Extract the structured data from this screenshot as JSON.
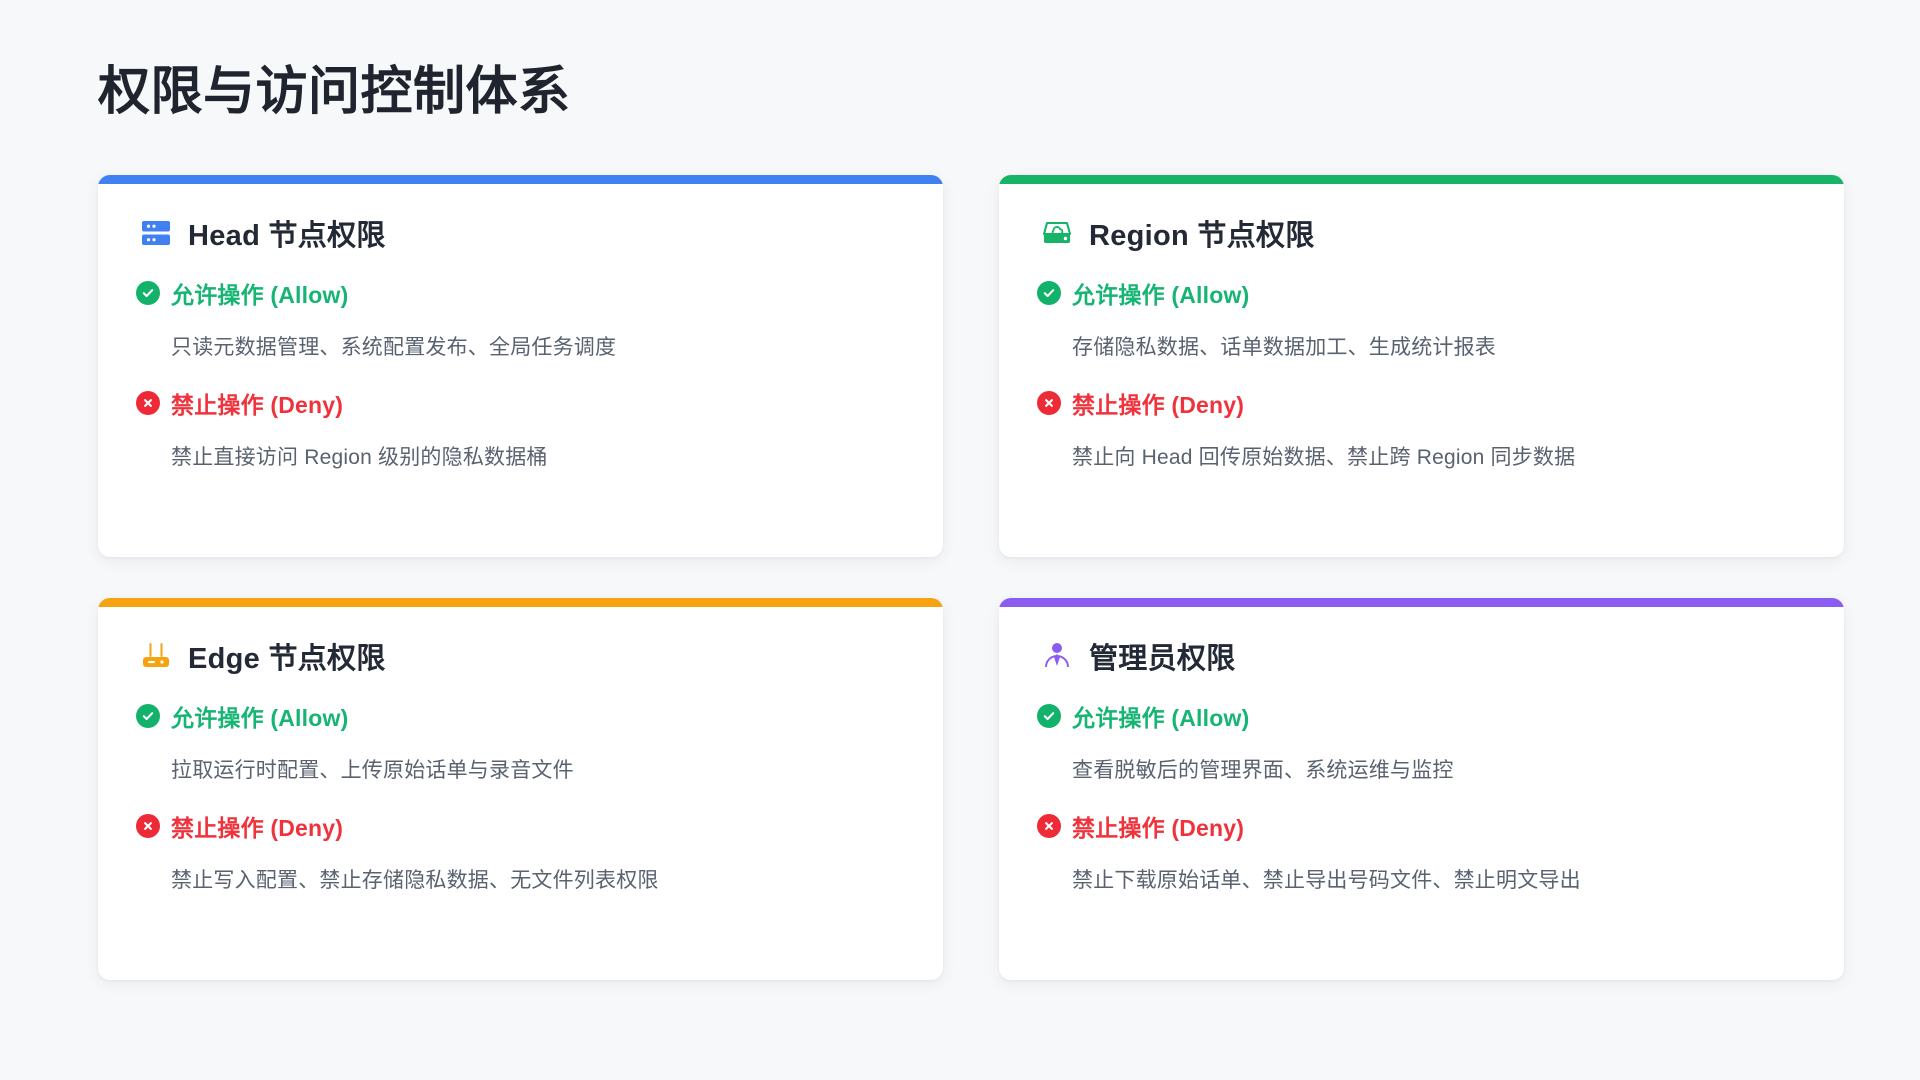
{
  "page": {
    "title": "权限与访问控制体系",
    "background_color": "#F7F8F9"
  },
  "labels": {
    "allow": "允许操作 (Allow)",
    "deny": "禁止操作 (Deny)",
    "allow_color": "#16B573",
    "deny_color": "#F0323C"
  },
  "cards": [
    {
      "id": "head-node",
      "title": "Head 节点权限",
      "icon": "server-rack-icon",
      "accent_color": "#4080F0",
      "allow_label": "允许操作 (Allow)",
      "allow_detail": "只读元数据管理、系统配置发布、全局任务调度",
      "deny_label": "禁止操作 (Deny)",
      "deny_detail": "禁止直接访问 Region 级别的隐私数据桶"
    },
    {
      "id": "region-node",
      "title": "Region 节点权限",
      "icon": "cloud-storage-icon",
      "accent_color": "#19B368",
      "allow_label": "允许操作 (Allow)",
      "allow_detail": "存储隐私数据、话单数据加工、生成统计报表",
      "deny_label": "禁止操作 (Deny)",
      "deny_detail": "禁止向 Head 回传原始数据、禁止跨 Region 同步数据"
    },
    {
      "id": "edge-node",
      "title": "Edge 节点权限",
      "icon": "router-icon",
      "accent_color": "#F5A310",
      "allow_label": "允许操作 (Allow)",
      "allow_detail": "拉取运行时配置、上传原始话单与录音文件",
      "deny_label": "禁止操作 (Deny)",
      "deny_detail": "禁止写入配置、禁止存储隐私数据、无文件列表权限"
    },
    {
      "id": "administrator",
      "title": "管理员权限",
      "icon": "person-admin-icon",
      "accent_color": "#8A5CF0",
      "allow_label": "允许操作 (Allow)",
      "allow_detail": "查看脱敏后的管理界面、系统运维与监控",
      "deny_label": "禁止操作 (Deny)",
      "deny_detail": "禁止下载原始话单、禁止导出号码文件、禁止明文导出"
    }
  ]
}
